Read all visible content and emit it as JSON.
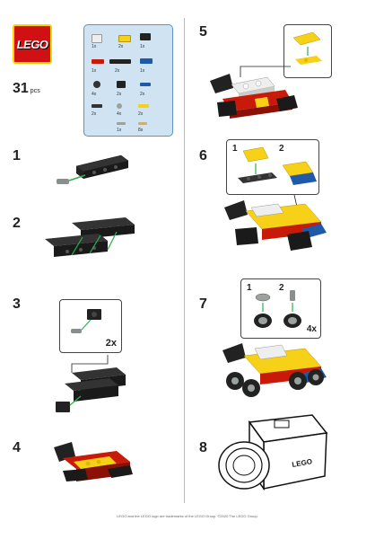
{
  "brand": {
    "logo_text": "LEGO",
    "brand_red": "#d01012",
    "brand_yellow": "#ffd500"
  },
  "pieces": {
    "count": "31",
    "unit": "pcs"
  },
  "parts_list": {
    "items": [
      {
        "qty": "1x",
        "icon": "white-brick-icon"
      },
      {
        "qty": "2x",
        "icon": "yellow-slope-icon"
      },
      {
        "qty": "1x",
        "icon": "black-slope-icon"
      },
      {
        "qty": "1x",
        "icon": "red-plate-icon"
      },
      {
        "qty": "2x",
        "icon": "black-beam-icon"
      },
      {
        "qty": "1x",
        "icon": "blue-wedge-icon"
      },
      {
        "qty": "4x",
        "icon": "wheel-hub-icon"
      },
      {
        "qty": "2x",
        "icon": "black-brick-icon"
      },
      {
        "qty": "2x",
        "icon": "blue-plate-icon"
      },
      {
        "qty": "2x",
        "icon": "black-tile-icon"
      },
      {
        "qty": "4x",
        "icon": "grey-round-icon"
      },
      {
        "qty": "2x",
        "icon": "yellow-plate-icon"
      },
      {
        "qty": "1x",
        "icon": "grey-pin-icon"
      },
      {
        "qty": "8x",
        "icon": "tan-pin-icon"
      }
    ]
  },
  "steps": [
    {
      "number": "1"
    },
    {
      "number": "2"
    },
    {
      "number": "3",
      "callout_qty": "2x"
    },
    {
      "number": "4"
    },
    {
      "number": "5"
    },
    {
      "number": "6",
      "sub1": "1",
      "sub2": "2"
    },
    {
      "number": "7",
      "sub1": "1",
      "sub2": "2",
      "callout_qty": "4x"
    },
    {
      "number": "8",
      "camera_logo": "LEGO"
    }
  ],
  "footer": {
    "text": "LEGO and the LEGO logo are trademarks of the LEGO Group. ©2020 The LEGO Group."
  }
}
